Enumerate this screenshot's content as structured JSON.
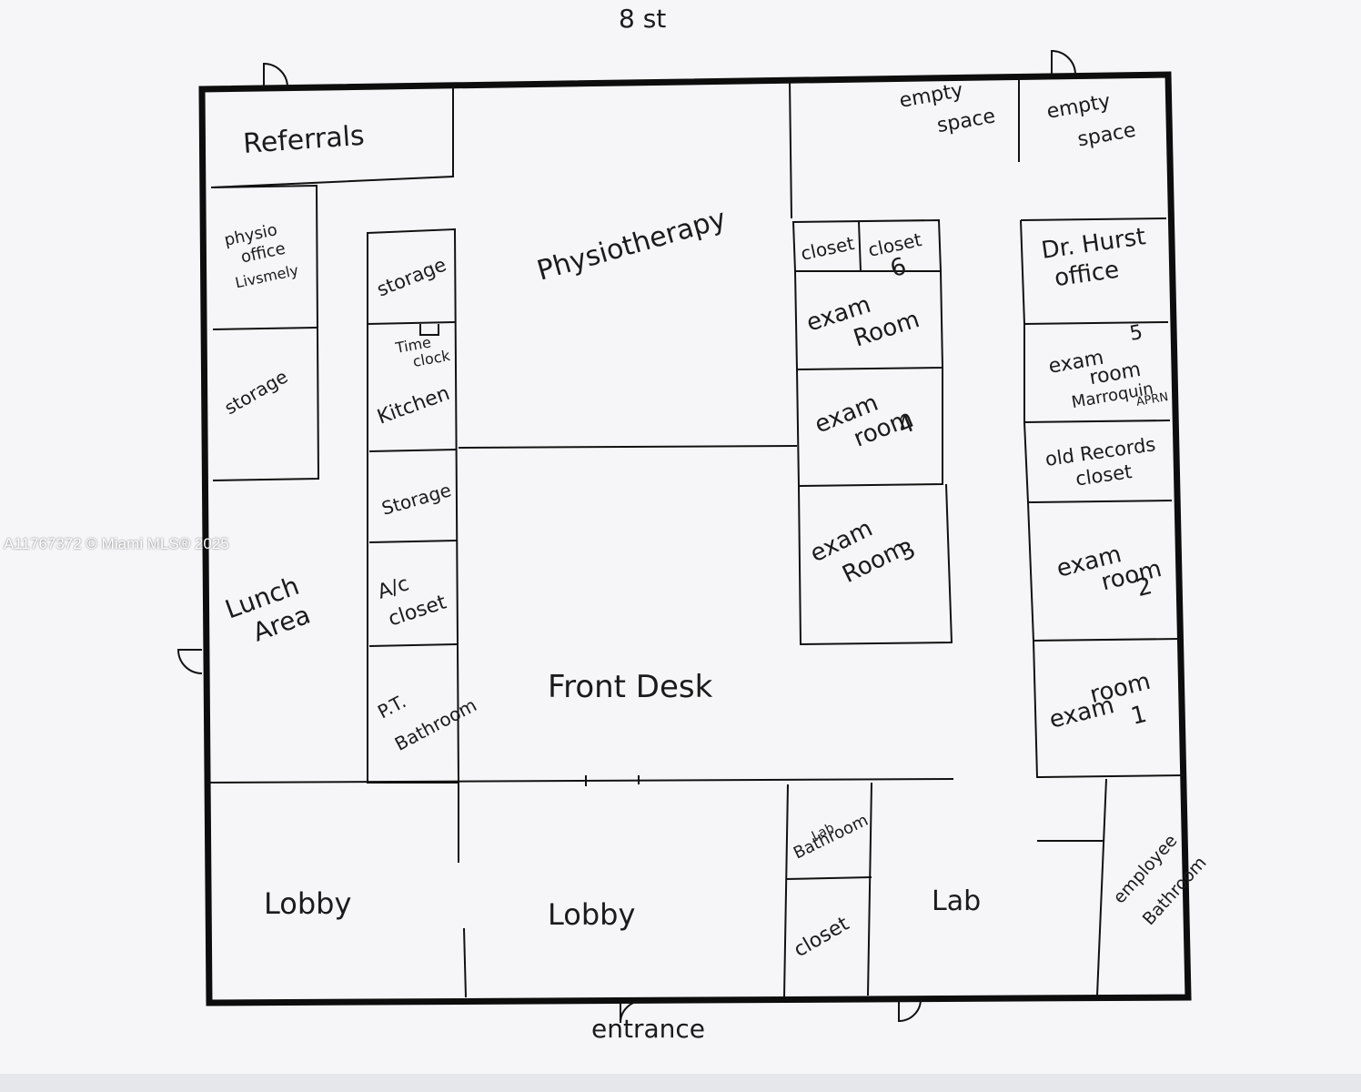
{
  "street_label": "8 st",
  "entrance_label": "entrance",
  "watermark": "A11767372 © Miami MLS® 2025",
  "rooms": {
    "referrals": "Referrals",
    "physio_office": [
      "physio",
      "office",
      "Livsmely"
    ],
    "storage_left": "storage",
    "lunch_area": [
      "Lunch",
      "Area"
    ],
    "storage_top": "storage",
    "time_clock": [
      "Time",
      "clock"
    ],
    "kitchen": "Kitchen",
    "storage_mid": "Storage",
    "ac_closet": [
      "A/c",
      "closet"
    ],
    "pt_bathroom": [
      "P.T.",
      "Bathroom"
    ],
    "physiotherapy": "Physiotherapy",
    "front_desk": "Front Desk",
    "empty_space_1": [
      "empty",
      "space"
    ],
    "empty_space_2": [
      "empty",
      "space"
    ],
    "closet_a": "closet",
    "closet_b": "closet",
    "exam_room_6": [
      "exam",
      "Room",
      "6"
    ],
    "exam_room_4": [
      "exam",
      "room",
      "4"
    ],
    "exam_room_3": [
      "exam",
      "Room",
      "3"
    ],
    "dr_hurst_office": [
      "Dr. Hurst",
      "office"
    ],
    "exam_room_5": [
      "exam",
      "room",
      "Marroquin",
      "APRN",
      "5"
    ],
    "old_records_closet": [
      "old Records",
      "closet"
    ],
    "exam_room_2": [
      "exam",
      "room",
      "2"
    ],
    "exam_room_1": [
      "exam",
      "room",
      "1"
    ],
    "employee_bathroom": [
      "employee",
      "Bathroom"
    ],
    "lobby_left": "Lobby",
    "lobby_right": "Lobby",
    "bathroom_lab": [
      "Bathroom",
      "Lab"
    ],
    "closet_bottom": "closet",
    "lab": "Lab"
  }
}
